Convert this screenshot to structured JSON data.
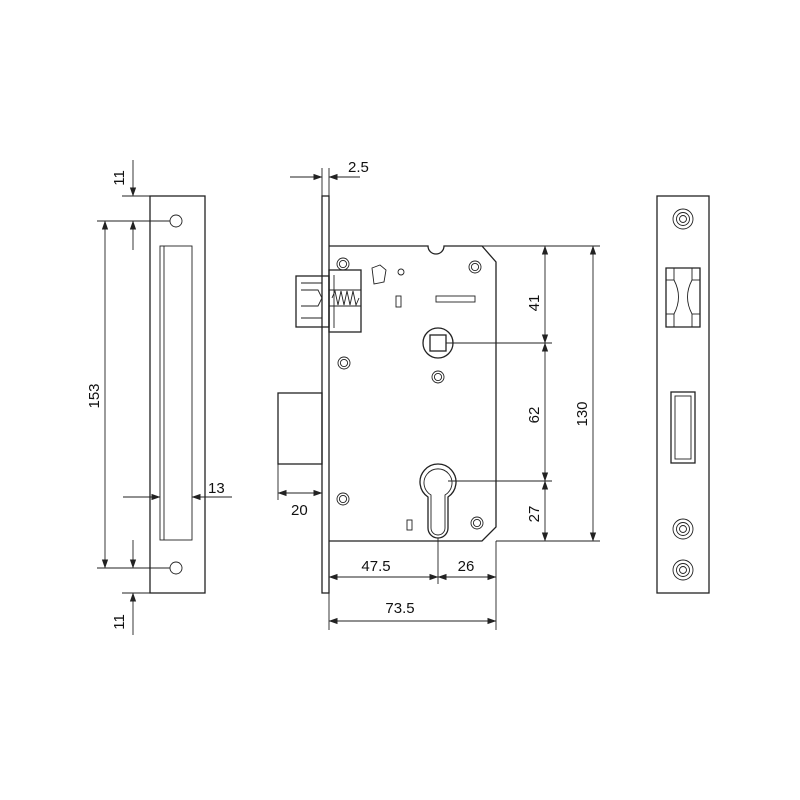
{
  "dimensions": {
    "top_hole_offset": "11",
    "bottom_hole_offset": "11",
    "faceplate_length": "153",
    "faceplate_width": "13",
    "faceplate_thickness": "2.5",
    "latch_to_spindle": "41",
    "spindle_to_cylinder": "62",
    "cylinder_to_bottom": "27",
    "case_height": "130",
    "deadbolt_throw": "20",
    "backset": "47.5",
    "cylinder_to_back": "26",
    "case_depth": "73.5"
  }
}
